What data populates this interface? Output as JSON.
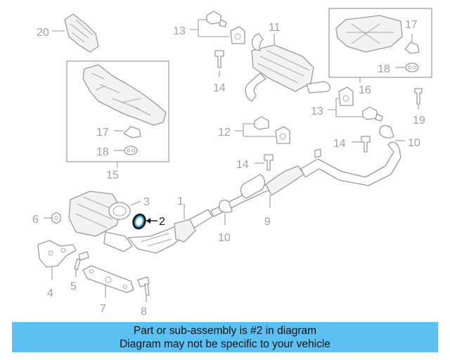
{
  "diagram": {
    "highlighted_part": "2",
    "colors": {
      "highlight": "#3aa0e0",
      "banner": "#5bc0f2",
      "line": "#9a9a9a"
    },
    "callouts": {
      "c1": "1",
      "c2": "2",
      "c3": "3",
      "c4": "4",
      "c5": "5",
      "c6": "6",
      "c7": "7",
      "c8": "8",
      "c9": "9",
      "c10a": "10",
      "c10b": "10",
      "c11": "11",
      "c12": "12",
      "c13a": "13",
      "c13b": "13",
      "c14a": "14",
      "c14b": "14",
      "c14c": "14",
      "c15": "15",
      "c16": "16",
      "c17a": "17",
      "c17b": "17",
      "c18a": "18",
      "c18b": "18",
      "c19": "19",
      "c20": "20"
    }
  },
  "banner": {
    "line1": "Part or sub-assembly is #2 in diagram",
    "line2": "Diagram may not be specific to your vehicle"
  }
}
